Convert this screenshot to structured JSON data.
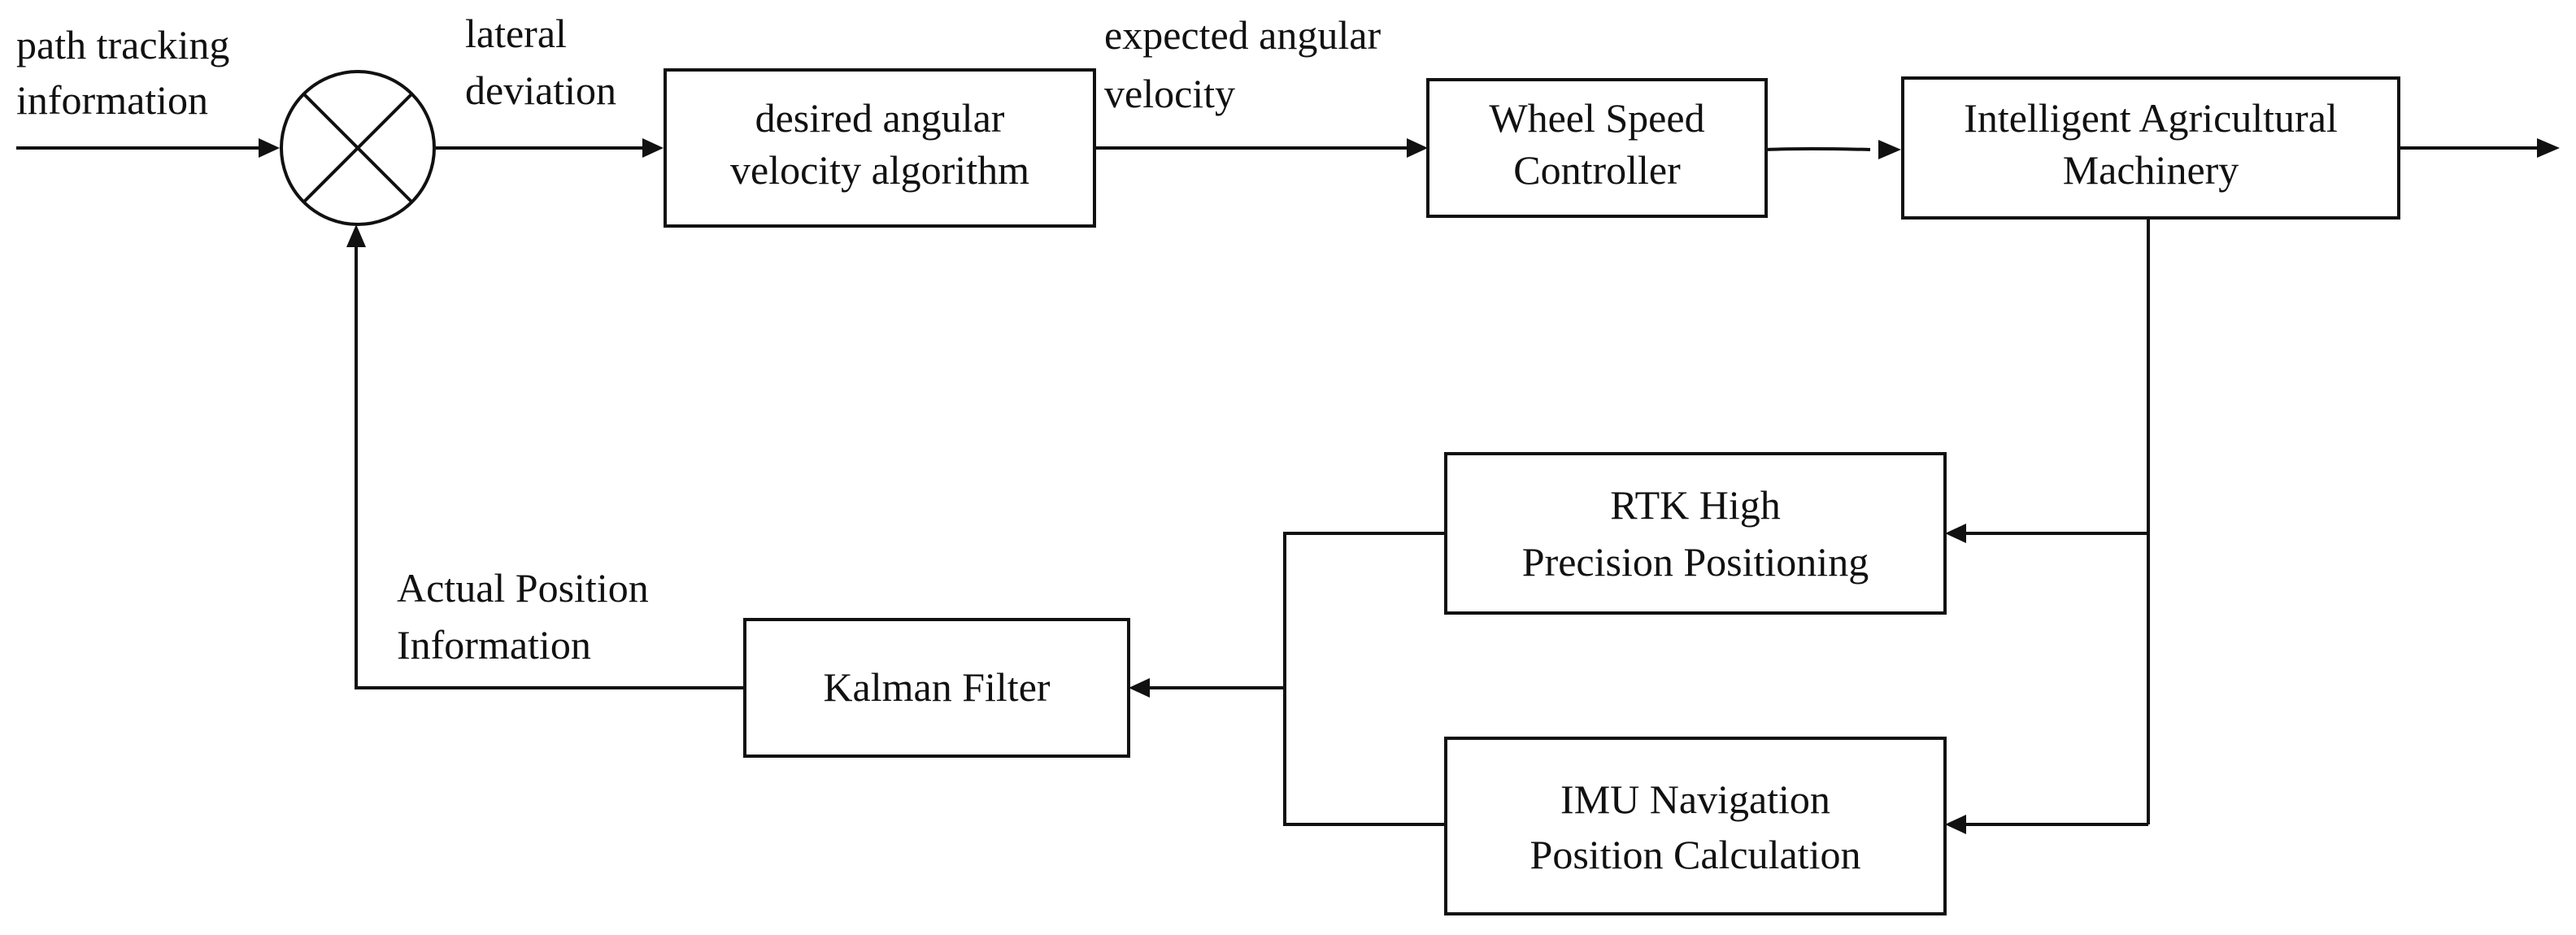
{
  "input_label": [
    "path tracking",
    "information"
  ],
  "error_label": [
    "lateral",
    "deviation"
  ],
  "expected_label": [
    "expected angular",
    "velocity"
  ],
  "feedback_label": [
    "Actual Position",
    "Information"
  ],
  "blocks": {
    "algorithm": [
      "desired angular",
      "velocity algorithm"
    ],
    "wheel": [
      "Wheel Speed",
      "Controller"
    ],
    "machinery": [
      "Intelligent Agricultural",
      "Machinery"
    ],
    "rtk": [
      "RTK High",
      "Precision Positioning"
    ],
    "imu": [
      "IMU Navigation",
      "Position Calculation"
    ],
    "kalman": [
      "Kalman Filter"
    ]
  }
}
